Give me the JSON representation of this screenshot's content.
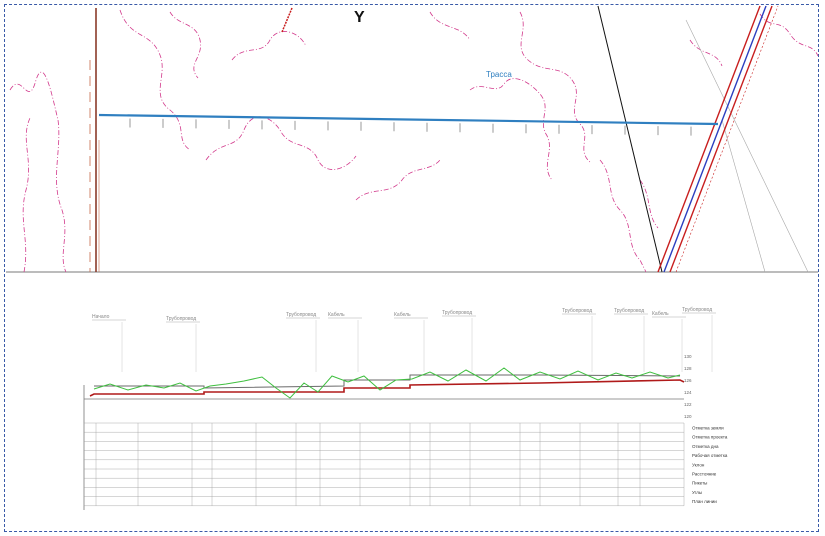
{
  "plan": {
    "route_label": "Трасса",
    "north_mark": "Y",
    "colors": {
      "route": "#2f7fc0",
      "contour": "#d23a8c",
      "rail_red": "#c81e1e",
      "rail_blue": "#2b3fbf",
      "post_line": "#8b3b2a",
      "background": "#ffffff"
    }
  },
  "profile": {
    "callouts": [
      "Начало",
      "Трубопровод",
      "Трубопровод",
      "Кабель",
      "Кабель",
      "Трубопровод",
      "Трубопровод",
      "Трубопровод",
      "Кабель",
      "Трубопровод"
    ],
    "scale_labels": [
      "130",
      "128",
      "126",
      "124",
      "122",
      "120"
    ],
    "legend": [
      "Отметка земли",
      "Отметка проекта",
      "Отметка дна",
      "Рабочая отметка",
      "Уклон",
      "Расстояние",
      "Пикеты",
      "Углы",
      "План линии"
    ],
    "colors": {
      "ground": "#3fbf3f",
      "design": "#b01a1a",
      "guide": "#6a6a6a",
      "grid": "#888888"
    }
  }
}
